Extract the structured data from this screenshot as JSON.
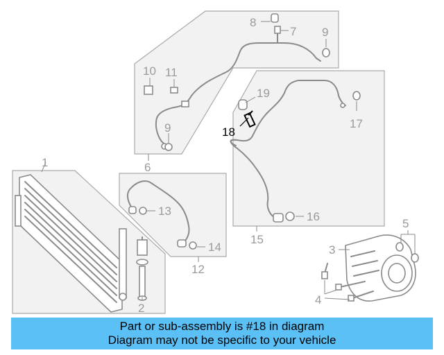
{
  "callouts": {
    "c1": "1",
    "c2": "2",
    "c3": "3",
    "c4": "4",
    "c5": "5",
    "c6": "6",
    "c7": "7",
    "c8": "8",
    "c9a": "9",
    "c9b": "9",
    "c10": "10",
    "c11": "11",
    "c12": "12",
    "c13": "13",
    "c14": "14",
    "c15": "15",
    "c16": "16",
    "c17": "17",
    "c18": "18",
    "c19": "19"
  },
  "highlighted_part": "18",
  "banner": {
    "line1": "Part or sub-assembly is #18 in diagram",
    "line2": "Diagram may not be specific to your vehicle"
  },
  "colors": {
    "banner_bg": "#5bc0f5",
    "panel_fill": "#f2f2f2",
    "line": "#8a8a8a",
    "highlight": "#000000"
  }
}
